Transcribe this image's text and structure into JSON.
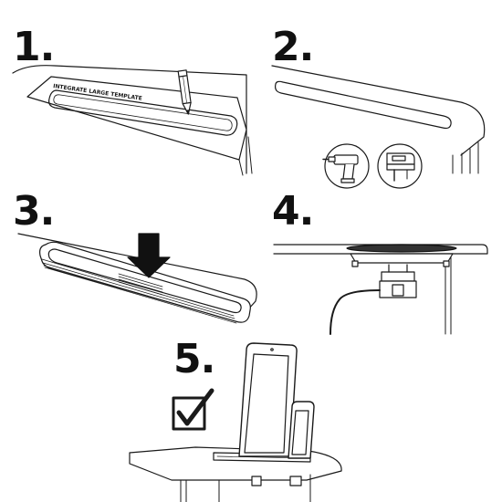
{
  "steps": [
    {
      "number": "1.",
      "template_label": "INTEGRATE LARGE TEMPLATE"
    },
    {
      "number": "2."
    },
    {
      "number": "3."
    },
    {
      "number": "4."
    },
    {
      "number": "5."
    }
  ],
  "icons": {
    "step1": "pencil-icon",
    "step2": [
      "drill-icon",
      "jigsaw-icon"
    ],
    "step3": "down-arrow-icon",
    "step4": "wireless-charger-icon",
    "step5": [
      "checkbox-checked-icon",
      "tablet-icon",
      "phone-icon"
    ]
  },
  "colors": {
    "line": "#1a1a1a",
    "fill": "#ffffff",
    "accent": "#111111"
  }
}
